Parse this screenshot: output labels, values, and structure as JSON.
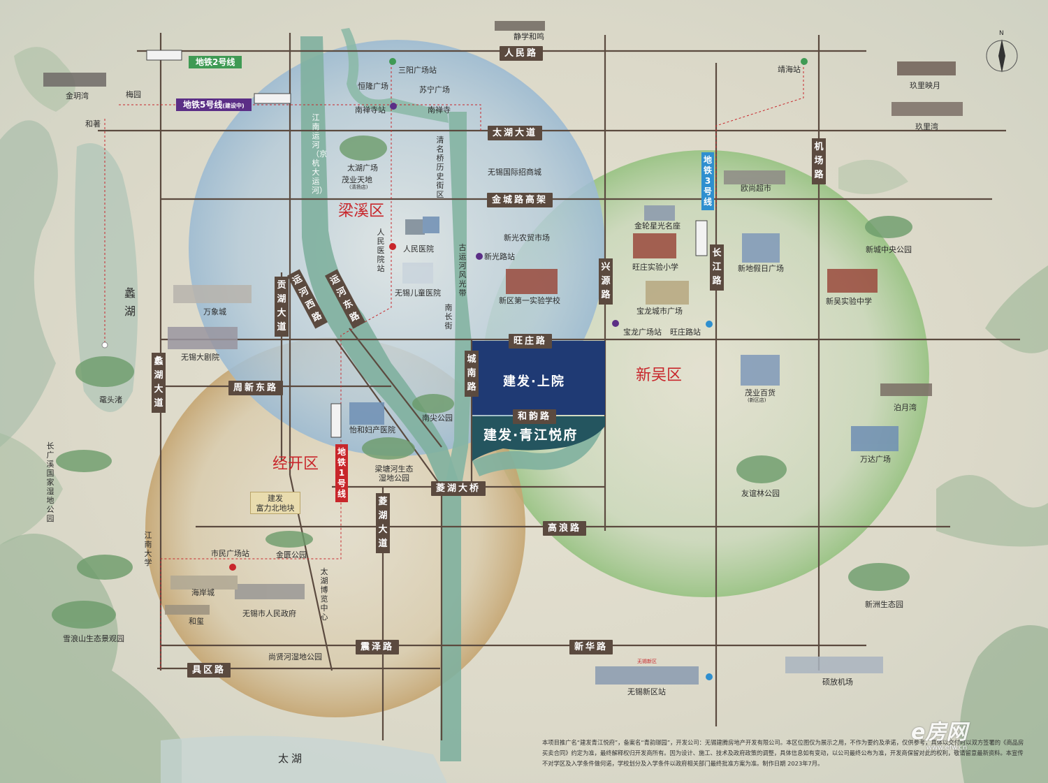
{
  "districts": {
    "liangxi": "梁溪区",
    "xinwu": "新吴区",
    "jingkai": "经开区"
  },
  "metro": {
    "line2": "地铁2号线",
    "line5": "地铁5号线",
    "line5_status": "(建设中)",
    "line3": "地铁3号线",
    "line1": "地铁1号线"
  },
  "roads": {
    "renmin": "人民路",
    "taihu_dadao": "太湖大道",
    "jincheng": "金城路高架",
    "wangzhuang": "旺庄路",
    "zhouxin_dong": "周新东路",
    "heyun": "和韵路",
    "lingdu_bridge": "菱湖大桥",
    "gaolang": "高浪路",
    "zhenze": "震泽路",
    "xinhua": "新华路",
    "juqu": "具区路",
    "gonghu_dadao": "贡湖大道",
    "lihu_dadao": "蠡湖大道",
    "lingdu_dadao": "菱湖大道",
    "xingyuan": "兴源路",
    "changjiang": "长江路",
    "jichang": "机场路",
    "chengnan": "城南路",
    "yunhe_xi": "运河西路",
    "yunhe_dong": "运河东路"
  },
  "projects": {
    "shangyuan": "建发·上院",
    "qingjiang": "建发·青江悦府"
  },
  "plot": {
    "line1": "建发",
    "line2": "富力北地块"
  },
  "vertical_labels": {
    "grand_canal": "江南运河（京杭大运河）",
    "qingmingqiao": "清名桥历史街区",
    "gu_canal": "古运河风光带",
    "nanchang": "南长街",
    "renmin_hospital_station": "人民医院站",
    "lihu": "蠡湖",
    "changguangxi": "长广溪国家湿地公园",
    "jiangnan_univ": "江南大学",
    "taihu_expo": "太湖博览中心"
  },
  "places": {
    "jingxue": "静学和鸣",
    "sanyang_station": "三阳广场站",
    "jinghai_station": "靖海站",
    "henglong": "恒隆广场",
    "suning": "苏宁广场",
    "nanchansi_station": "南禅寺站",
    "nanchansi": "南禅寺",
    "jinmingwan": "金玥湾",
    "meiyuan": "梅园",
    "hezhu": "和著",
    "jiuli_yingyue": "玖里映月",
    "jiuliwan": "玖里湾",
    "taihu_plaza": "太湖广场",
    "maoye": "茂业天地",
    "maoye_sub": "(清扬店)",
    "wuxi_intl": "无锡国际招商城",
    "oushang": "欧尚超市",
    "xinguang_market": "新光农贸市场",
    "jinlun": "金轮星光名座",
    "renmin_hospital": "人民医院",
    "xinguang_station": "新光路站",
    "wangzhuang_school": "旺庄实验小学",
    "xindi": "新地假日广场",
    "xincheng_park": "新城中央公园",
    "children_hospital": "无锡儿童医院",
    "xinqu_school": "新区第一实验学校",
    "baolong": "宝龙城市广场",
    "xinwu_school": "新吴实验中学",
    "wanxiangcheng": "万象城",
    "baolong_station": "宝龙广场站",
    "wangzhuang_station": "旺庄路站",
    "grand_theatre": "无锡大剧院",
    "maoye_baihuo": "茂业百货",
    "maoye_baihuo_sub": "(新区店)",
    "boyuewan": "泊月湾",
    "yuantouzhu": "鼋头渚",
    "nanjian_park": "南尖公园",
    "yihe_hospital": "怡和妇产医院",
    "wanda": "万达广场",
    "liangtanghe": "梁塘河生态湿地公园",
    "youyilin": "友谊林公园",
    "shimin_station": "市民广场站",
    "jinkui_park": "金匮公园",
    "haian": "海岸城",
    "gov": "无锡市人民政府",
    "hexi": "和玺",
    "xuelang": "雪浪山生态景观园",
    "xinzhou_park": "新洲生态园",
    "shangxianhe": "尚贤河湿地公园",
    "xinqu_station": "无锡新区站",
    "xinqu_station_sign": "无锡新区",
    "shuofang": "硕放机场",
    "taihu": "太湖",
    "north": "N"
  },
  "disclaimer": "本项目推广名“建发青江悦府”，备案名“青韵璟园”，开发公司：无锡建腾房地产开发有限公司。本区位图仅为展示之用，不作为要约及承诺，仅供参考，具体以交付时以双方签署的《商品房买卖合同》约定为准，最终解释权归开发商所有。因为设计、施工、技术及政府政策的调整，具体信息如有变动，以公司最终公布为准，开发商保留对此的权利，敬请留意最新资料。本宣传不对学区及入学条件做何诺，学校划分及入学条件以政府相关部门最终批准方案为准。制作日期 2023年7月。",
  "watermark": {
    "brand": "e房网",
    "url": "www.efw.cn"
  },
  "colors": {
    "road": "#5b4a3f",
    "district": "#c8262b",
    "canal": "#7fb09e",
    "blue_zone": "#a9c4d8",
    "green_zone": "#9fc48e",
    "tan_zone": "#c8a877",
    "project_navy": "#1f3a74",
    "project_teal": "#24555f",
    "line2": "#3f9a54",
    "line5": "#5b2e86",
    "line3": "#2f8fcf",
    "line1": "#c8262b"
  }
}
